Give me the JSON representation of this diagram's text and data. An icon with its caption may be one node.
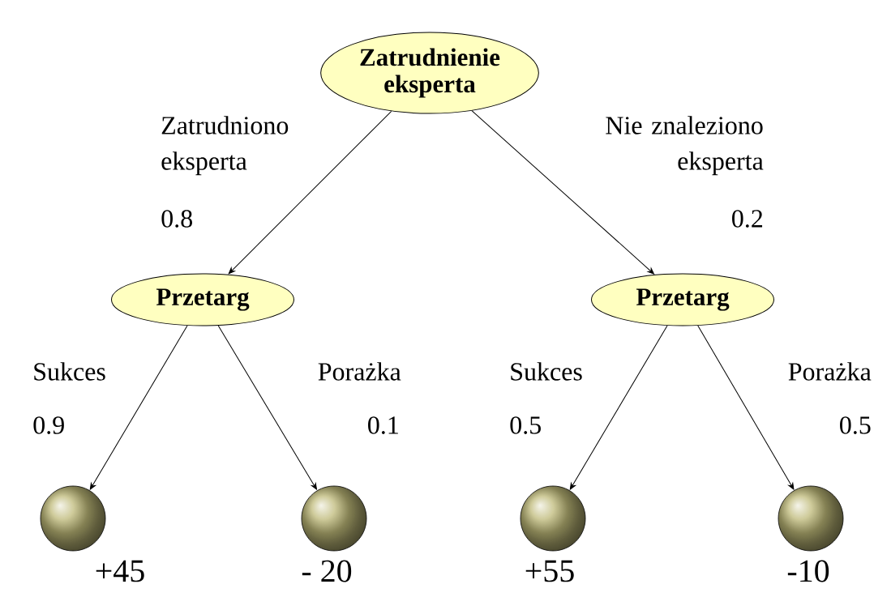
{
  "diagram": {
    "nodes": [
      {
        "text": [
          "Zatrudnienie eksperta"
        ]
      },
      {
        "text": [
          "Przetarg"
        ]
      },
      {
        "text": [
          "Przetarg"
        ]
      },
      {
        "text": [],
        "shape": "circle",
        "beside": [
          "+45"
        ]
      },
      {
        "text": [],
        "shape": "circle",
        "beside": [
          "- 20"
        ]
      },
      {
        "text": [],
        "shape": "circle",
        "beside": [
          "+55"
        ]
      },
      {
        "text": [],
        "shape": "circle",
        "beside": [
          "-10"
        ]
      }
    ],
    "edges": [
      {
        "from": 0,
        "to": 1,
        "arrow": "to",
        "label": "Zatrudniono eksperta"
      },
      {
        "from": 0,
        "to": 2,
        "arrow": "to",
        "label": "Nie znaleziono eksperta"
      },
      {
        "from": 1,
        "to": 3,
        "arrow": "to",
        "label": "Sukces"
      },
      {
        "from": 1,
        "to": 4,
        "arrow": "to",
        "label": "Porażka"
      },
      {
        "from": 2,
        "to": 5,
        "arrow": "to",
        "label": "Sukces"
      },
      {
        "from": 2,
        "to": 6,
        "arrow": "to",
        "label": "Porażka"
      }
    ],
    "labels": [
      "0.8",
      "0.2",
      "0.9",
      "0.1",
      "0.5",
      "0.5"
    ]
  }
}
